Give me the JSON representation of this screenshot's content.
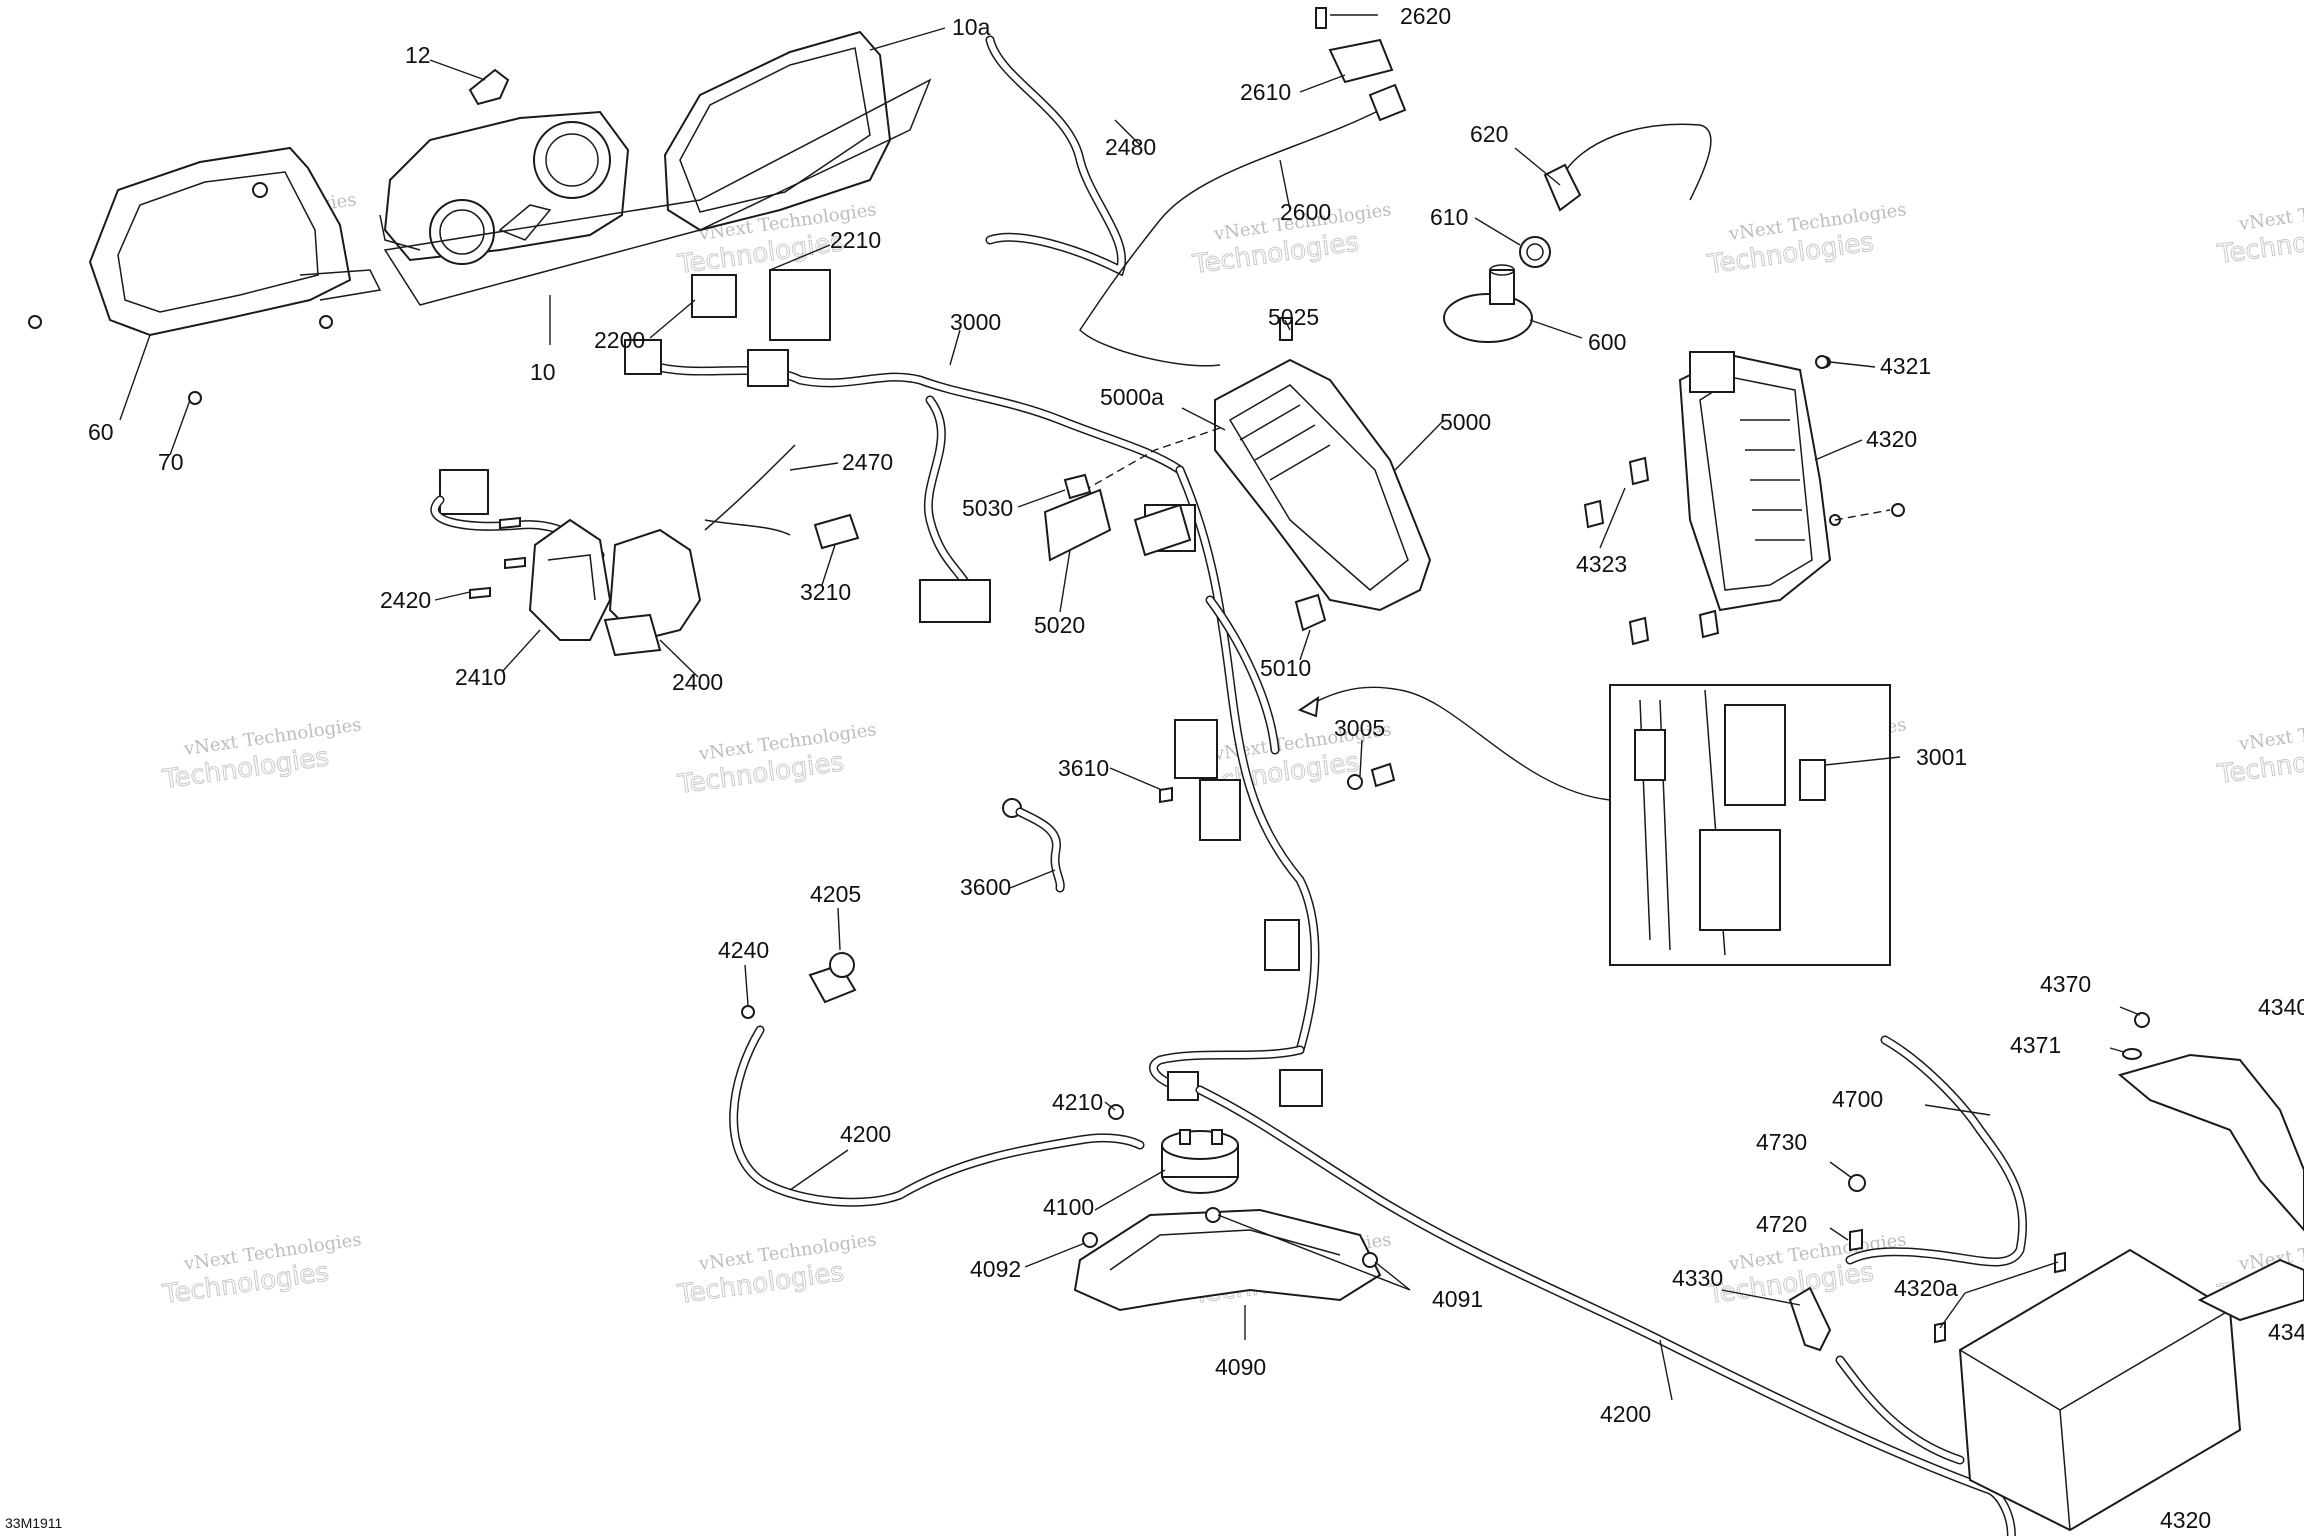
{
  "diagram_code": "33M1911",
  "watermark": {
    "line1": "vNext Technologies",
    "line2": "Technologies"
  },
  "callouts": [
    "12",
    "10a",
    "10",
    "60",
    "70",
    "2620",
    "2610",
    "2480",
    "2600",
    "620",
    "610",
    "600",
    "2210",
    "2200",
    "3000",
    "2470",
    "3210",
    "2420",
    "2410",
    "2400",
    "5025",
    "5000a",
    "5000",
    "5030",
    "5020",
    "5010",
    "4321",
    "4320",
    "4323",
    "3005",
    "3610",
    "3600",
    "3001",
    "4205",
    "4240",
    "4210",
    "4200",
    "4100",
    "4092",
    "4090",
    "4091",
    "4370",
    "4371",
    "4340",
    "4700",
    "4730",
    "4720",
    "4330",
    "4320a",
    "4200",
    "4320",
    "434"
  ]
}
